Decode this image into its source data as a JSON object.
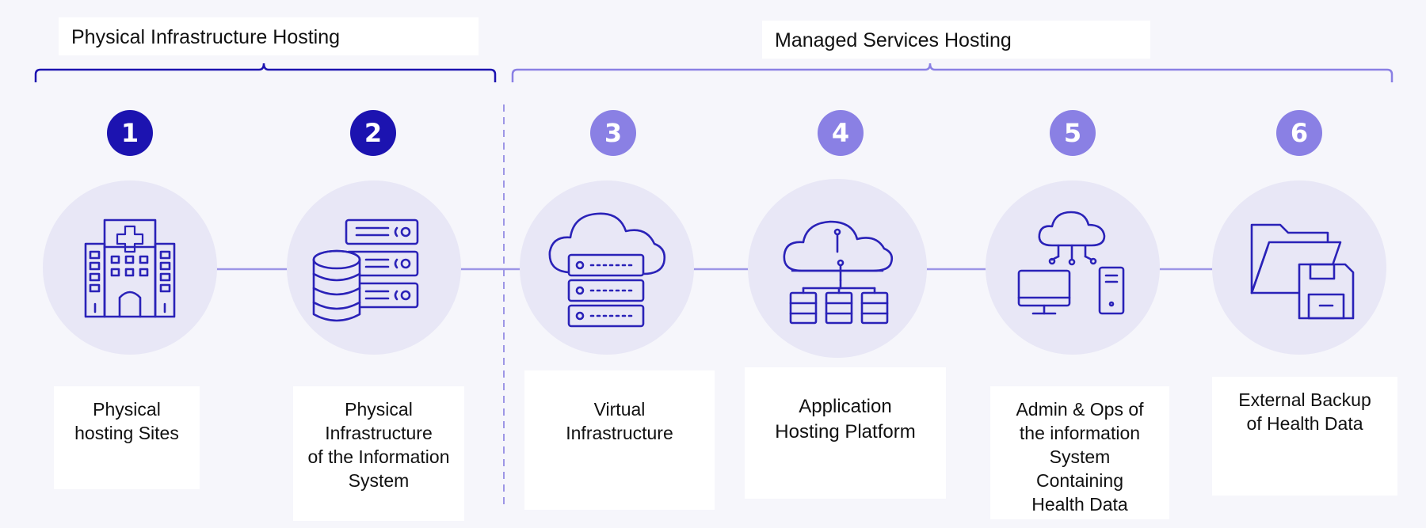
{
  "sections": {
    "physical": {
      "title": "Physical Infrastructure Hosting"
    },
    "managed": {
      "title": "Managed Services Hosting"
    }
  },
  "colors": {
    "badge_physical": "#1c13b0",
    "badge_managed": "#8a80e4",
    "icon_stroke": "#2a22b8",
    "circle_fill": "#e8e7f6",
    "connector": "#9d96e6",
    "background": "#f6f6fb"
  },
  "steps": [
    {
      "number": "1",
      "label": "Physical\nhosting Sites",
      "icon": "hospital-building-icon"
    },
    {
      "number": "2",
      "label": "Physical\nInfrastructure\nof the Information\nSystem",
      "icon": "database-servers-icon"
    },
    {
      "number": "3",
      "label": "Virtual\nInfrastructure",
      "icon": "cloud-server-icon"
    },
    {
      "number": "4",
      "label": "Application\nHosting Platform",
      "icon": "cloud-network-icon"
    },
    {
      "number": "5",
      "label": "Admin & Ops of\nthe information\nSystem\nContaining\nHealth Data",
      "icon": "cloud-computer-tower-icon"
    },
    {
      "number": "6",
      "label": "External Backup\nof Health Data",
      "icon": "folder-floppy-icon"
    }
  ]
}
